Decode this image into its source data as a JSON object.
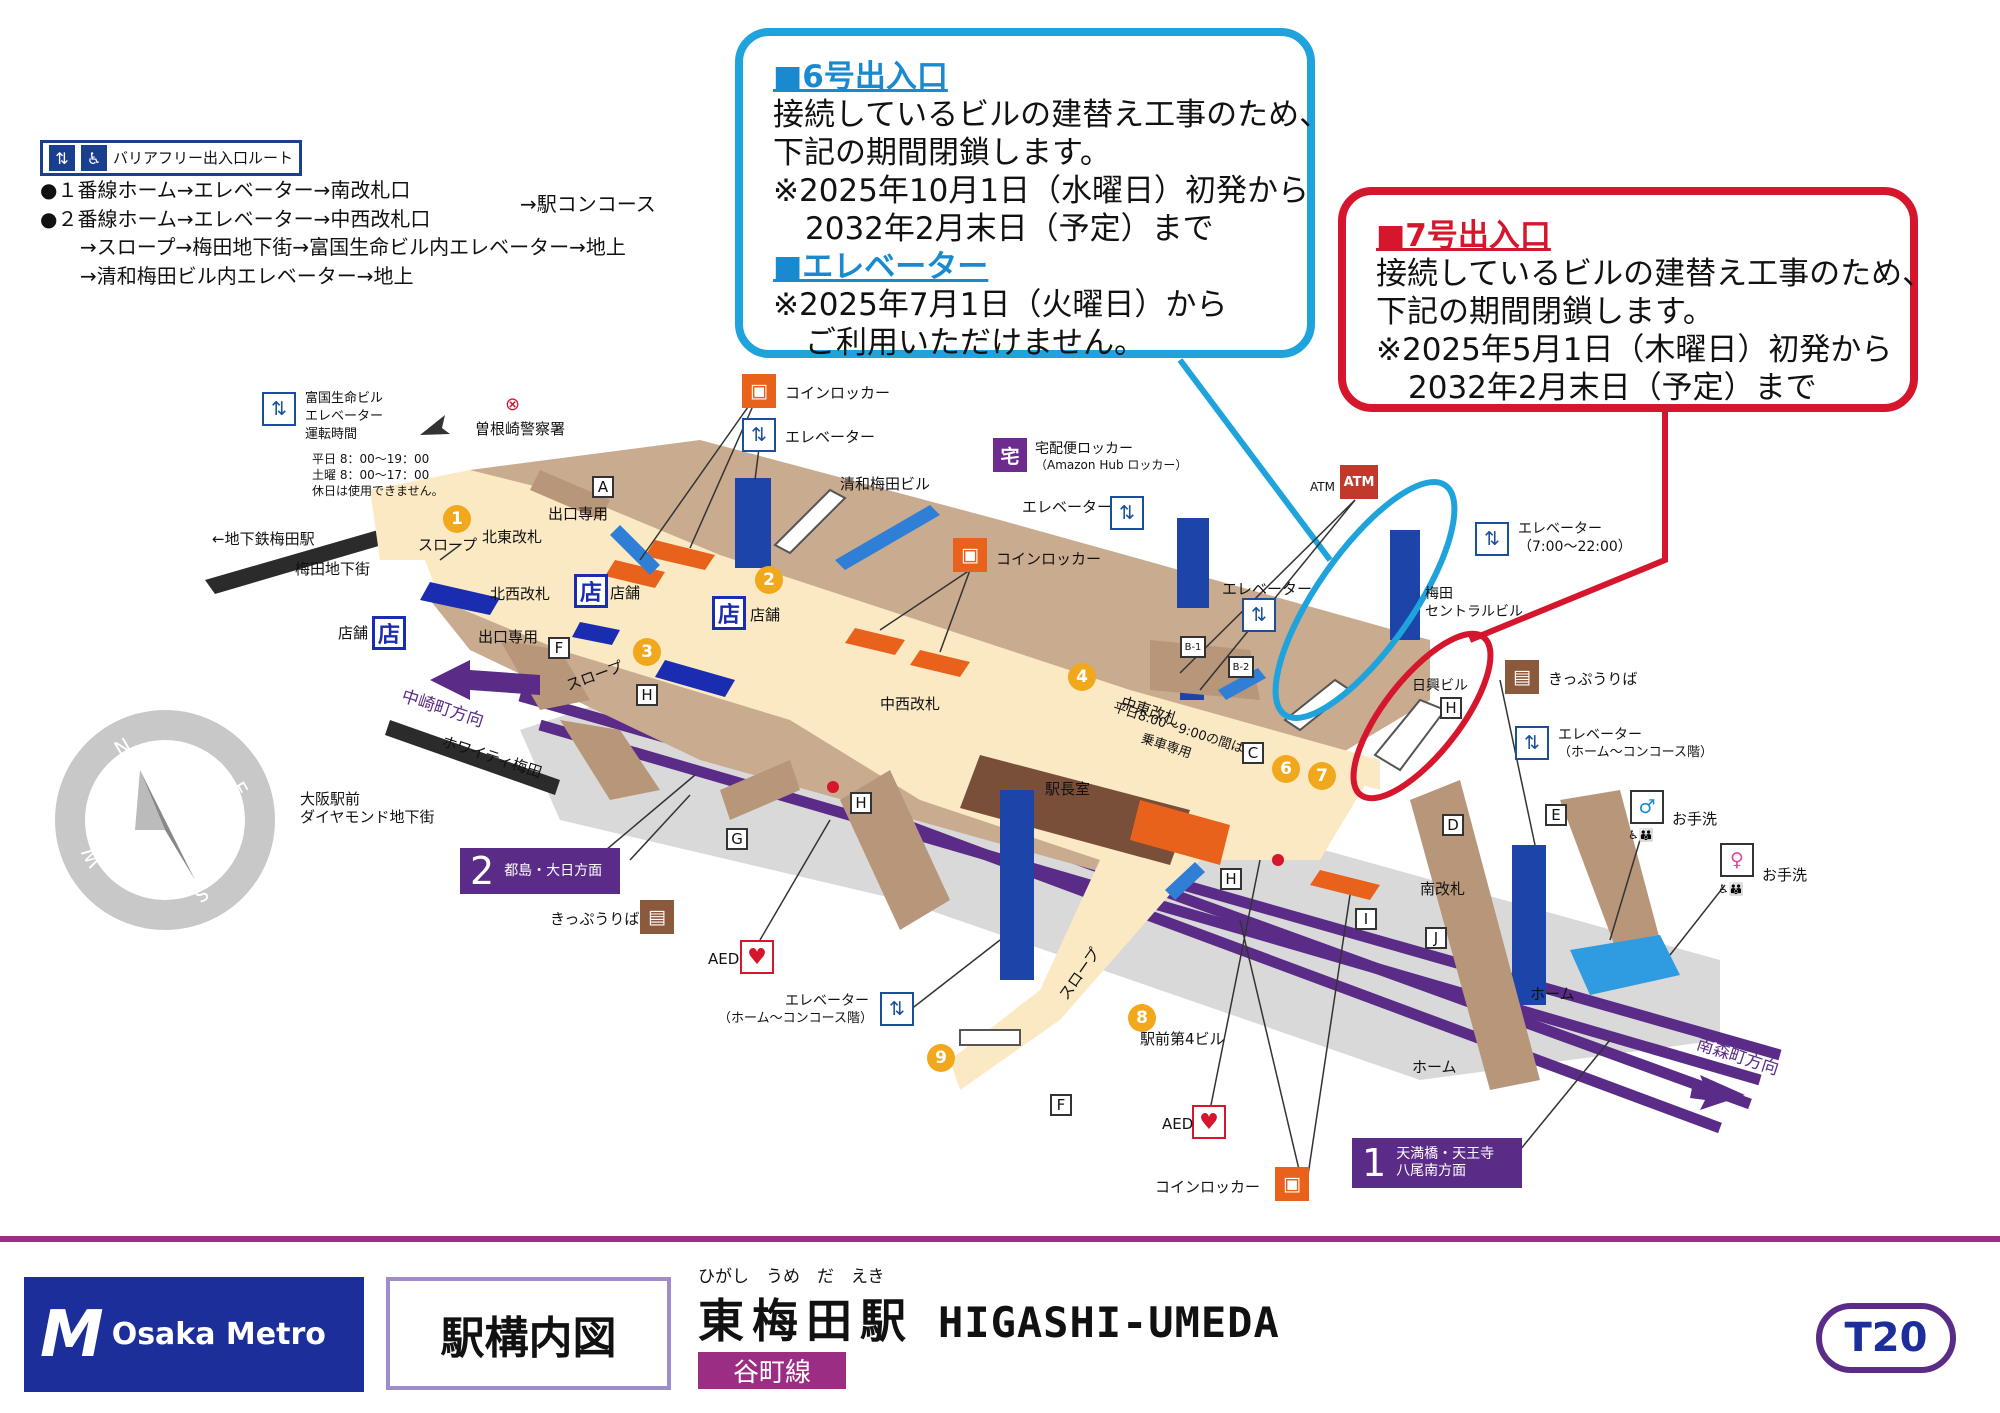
{
  "notices": {
    "exit6": {
      "heading": "■6号出入口",
      "lines": [
        "接続しているビルの建替え工事のため、",
        "下記の期間閉鎖します。",
        "※2025年10月1日（水曜日）初発から",
        "2032年2月末日（予定）まで"
      ],
      "elevator_heading": "■エレベーター",
      "elevator_lines": [
        "※2025年7月1日（火曜日）から",
        "ご利用いただけません。"
      ]
    },
    "exit7": {
      "heading": "■7号出入口",
      "lines": [
        "接続しているビルの建替え工事のため、",
        "下記の期間閉鎖します。",
        "※2025年5月1日（木曜日）初発から",
        "2032年2月末日（予定）まで"
      ]
    }
  },
  "barrier_free": {
    "badge_label": "バリアフリー出入口ルート",
    "routes": [
      "●１番線ホーム→エレベーター→南改札口",
      "●２番線ホーム→エレベーター→中西改札口",
      "→駅コンコース",
      "→スロープ→梅田地下街→富国生命ビル内エレベーター→地上",
      "→清和梅田ビル内エレベーター→地上"
    ]
  },
  "fukoku_elevator": {
    "title": [
      "富国生命ビル",
      "エレベーター",
      "運転時間"
    ],
    "hours": [
      "平日 8：00〜19：00",
      "土曜 8：00〜17：00",
      "休日は使用できません。"
    ]
  },
  "labels": {
    "police": "曽根崎警察署",
    "subway_umeda": "←地下鉄梅田駅",
    "umeda_underground": "梅田地下街",
    "slope": "スロープ",
    "kita_higashi_gate": "北東改札",
    "kita_nishi_gate": "北西改札",
    "exit_only": "出口専用",
    "shop": "店舗",
    "shop_icon": "店",
    "nakazaki": "中崎町方向",
    "whity": "ホワイティ梅田",
    "diamond": [
      "大阪駅前",
      "ダイヤモンド地下街"
    ],
    "coin_locker": "コインロッカー",
    "elevator": "エレベーター",
    "seiwa": "清和梅田ビル",
    "delivery_locker": [
      "宅配便ロッカー",
      "（Amazon Hub ロッカー）"
    ],
    "delivery_icon": "宅",
    "atm_text": "ATM",
    "elevator_hours": [
      "エレベーター",
      "（7:00〜22:00）"
    ],
    "central_bldg": [
      "梅田",
      "セントラルビル"
    ],
    "nikko_bldg": "日興ビル",
    "ticket": "きっぷうりば",
    "elevator_home": [
      "エレベーター",
      "（ホーム〜コンコース階）"
    ],
    "naka_nishi_gate": "中西改札",
    "naka_higashi_gate": "中東改札",
    "weekday_note": [
      "平日8:00〜9:00の間は",
      "乗車専用"
    ],
    "station_office": "駅長室",
    "minami_gate": "南改札",
    "toilet": "お手洗",
    "home": "ホーム",
    "ekimae4": "駅前第4ビル",
    "aed": "AED",
    "minamimori": "南森町方向"
  },
  "letters": [
    "A",
    "B-1",
    "B-2",
    "C",
    "D",
    "E",
    "F",
    "G",
    "H",
    "H",
    "H",
    "H",
    "I",
    "J",
    "F"
  ],
  "exit_numbers": [
    "1",
    "2",
    "3",
    "4",
    "6",
    "7",
    "8",
    "9"
  ],
  "platforms": {
    "p2": {
      "number": "2",
      "dest": "都島・大日方面"
    },
    "p1": {
      "number": "1",
      "dest": [
        "天満橋・天王寺",
        "八尾南方面"
      ]
    }
  },
  "compass": [
    "N",
    "E",
    "S",
    "W"
  ],
  "footer": {
    "logo_mark": "M",
    "logo_text": "Osaka Metro",
    "map_title": "駅構内図",
    "ruby": "ひがし　うめ　だ　えき",
    "station_jp": "東梅田駅",
    "station_en": "HIGASHI-UMEDA",
    "line_name": "谷町線",
    "station_code": "T20"
  },
  "colors": {
    "concourse": "#fbe9c4",
    "wall": "#c9ab8f",
    "platform_grey": "#d9d9d9",
    "track": "#5b2c87",
    "elevator_shaft": "#1d44a8",
    "locker": "#e8621c",
    "shop": "#1a2db0",
    "exit_dot": "#f2a81d",
    "notice6": "#1fa3dc",
    "notice7": "#d5162d",
    "line_purple": "#9c2d84"
  }
}
